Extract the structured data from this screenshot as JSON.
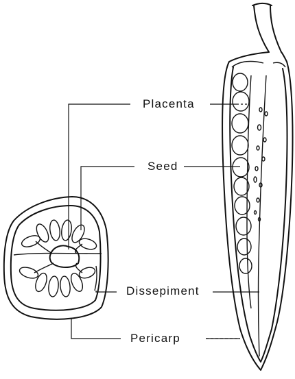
{
  "labels": {
    "placenta": "Placenta",
    "seed": "Seed",
    "dissepiment": "Dissepiment",
    "pericarp": "Pericarp"
  },
  "colors": {
    "ink": "#111111",
    "background": "#ffffff"
  }
}
